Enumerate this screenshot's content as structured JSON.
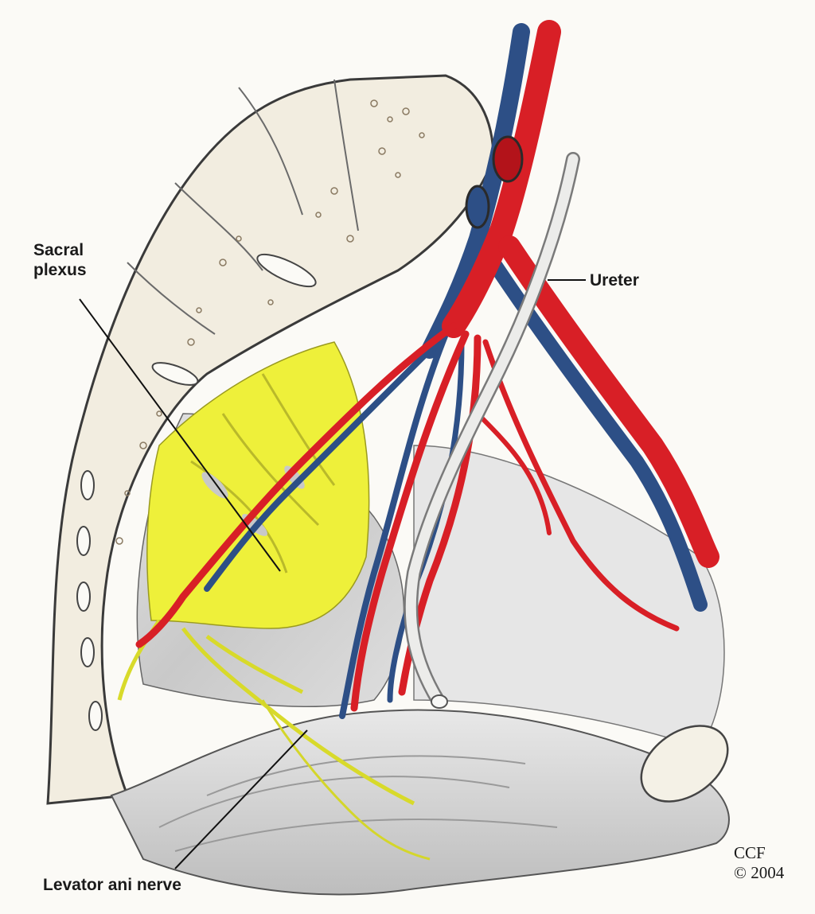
{
  "figure": {
    "labels": {
      "sacral_plexus_line1": "Sacral",
      "sacral_plexus_line2": "plexus",
      "ureter": "Ureter",
      "levator_ani_nerve": "Levator ani nerve"
    },
    "credit": {
      "line1": "CCF",
      "line2": "© 2004"
    }
  },
  "colors": {
    "artery_red": "#d81f26",
    "vein_blue": "#2d4f86",
    "nerve_yellow": "#eef03a",
    "bone_beige": "#f2ede0",
    "muscle_gray": "#cfcfcf",
    "ureter_white": "#ececea",
    "outline": "#3a3a3a"
  }
}
